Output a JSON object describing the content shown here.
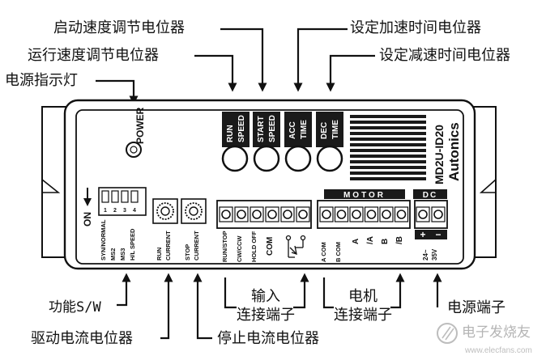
{
  "callouts": {
    "start_speed_pot": "启动速度调节电位器",
    "accel_time_pot": "设定加速时间电位器",
    "run_speed_pot": "运行速度调节电位器",
    "decel_time_pot": "设定减速时间电位器",
    "power_led": "电源指示灯",
    "function_sw": "功能S/W",
    "input_terminal_1": "输入",
    "input_terminal_2": "连接端子",
    "motor_terminal_1": "电机",
    "motor_terminal_2": "连接端子",
    "power_terminal": "电源端子",
    "drive_current_pot": "驱动电流电位器",
    "stop_current_pot": "停止电流电位器"
  },
  "device": {
    "power_label": "POWER",
    "knob_run_1": "RUN",
    "knob_run_2": "SPEED",
    "knob_start_1": "START",
    "knob_start_2": "SPEED",
    "knob_acc_1": "ACC",
    "knob_acc_2": "TIME",
    "knob_dec_1": "DEC",
    "knob_dec_2": "TIME",
    "model": "MD2U-ID20",
    "brand": "Autonics",
    "motor_label": "MOTOR",
    "dc_label": "DC",
    "on_label": "ON",
    "dip_numbers": [
      "1",
      "2",
      "3",
      "4"
    ],
    "dip_labels": [
      "SYN/NORMAL",
      "MS2",
      "MS3",
      "H/L SPEED"
    ],
    "run_current_1": "RUN",
    "run_current_2": "CURRENT",
    "stop_current_1": "STOP",
    "stop_current_2": "CURRENT",
    "input_labels": [
      "RUN/STOP",
      "CW/CCW",
      "HOLD OFF",
      "COM"
    ],
    "motor_labels": [
      "A COM",
      "B COM",
      "A",
      "/A",
      "B",
      "/B"
    ],
    "dc_plus": "+",
    "dc_minus": "−",
    "dc_voltage_1": "24~",
    "dc_voltage_2": "35V"
  },
  "watermark": {
    "text": "电子发烧友",
    "url": "www.elecfans.com"
  }
}
